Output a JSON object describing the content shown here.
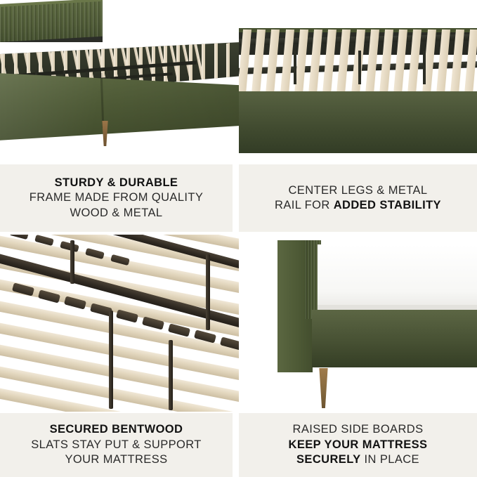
{
  "page": {
    "kind": "product-feature-collage",
    "background": "#ffffff",
    "caption_panel_color": "#f2f0eb",
    "frame_green": "#4a5334",
    "slat_wood": "#e6dac1",
    "metal_dark": "#2a2c24",
    "leg_wood": "#8a6a40",
    "mattress_white": "#fbfbf9"
  },
  "panels": [
    {
      "id": "top-left",
      "image_name": "upholstered-platform-bed-full-view",
      "alt": "Green velvet upholstered platform bed frame with channel-tufted headboard, wooden slats and tapered wood legs"
    },
    {
      "id": "top-right",
      "image_name": "slat-support-closeup",
      "alt": "Close-up of wooden bentwood slats on metal center rail inside green bed frame"
    },
    {
      "id": "bottom-left",
      "image_name": "bentwood-slats-macro",
      "alt": "Macro view of secured bentwood slats crossing a dark metal support rail with clips and center legs"
    },
    {
      "id": "bottom-right",
      "image_name": "raised-side-rail-corner",
      "alt": "Corner of green upholstered bed showing raised side board holding a white mattress, with wooden leg"
    }
  ],
  "captions": [
    {
      "id": "caption-sturdy-durable",
      "lines": [
        {
          "text": "STURDY & DURABLE",
          "weight": "bold"
        },
        {
          "text": "FRAME MADE FROM QUALITY",
          "weight": "light"
        },
        {
          "text": "WOOD & METAL",
          "weight": "light"
        }
      ]
    },
    {
      "id": "caption-center-legs",
      "lines": [
        {
          "text": "CENTER LEGS & METAL",
          "weight": "light"
        },
        {
          "text": "RAIL FOR ",
          "weight": "light",
          "emphasis": "ADDED STABILITY"
        }
      ]
    },
    {
      "id": "caption-secured-bentwood",
      "lines": [
        {
          "text": "SECURED BENTWOOD",
          "weight": "bold"
        },
        {
          "text": "SLATS STAY PUT & SUPPORT",
          "weight": "light"
        },
        {
          "text": "YOUR MATTRESS",
          "weight": "light"
        }
      ]
    },
    {
      "id": "caption-raised-side-boards",
      "lines": [
        {
          "text": "RAISED SIDE BOARDS",
          "weight": "light"
        },
        {
          "text": "KEEP YOUR MATTRESS",
          "weight": "bold"
        },
        {
          "text": "SECURELY",
          "weight": "bold",
          "trailing": " IN PLACE"
        }
      ]
    }
  ]
}
